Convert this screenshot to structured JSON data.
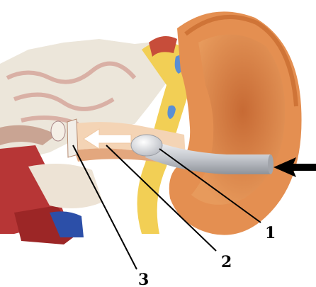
{
  "labels": [
    {
      "id": "1",
      "text": "1"
    },
    {
      "id": "2",
      "text": "2"
    },
    {
      "id": "3",
      "text": "3"
    }
  ],
  "colors": {
    "ear_skin": "#e0894c",
    "ear_inner": "#c86a33",
    "cartilage": "#f2d25a",
    "bone": "#e9e2d6",
    "bone_shadow": "#d9a59a",
    "muscle": "#c23a3a",
    "vein": "#2c4fa8",
    "probe": "#c9ccd2",
    "arrow": "#000000"
  }
}
